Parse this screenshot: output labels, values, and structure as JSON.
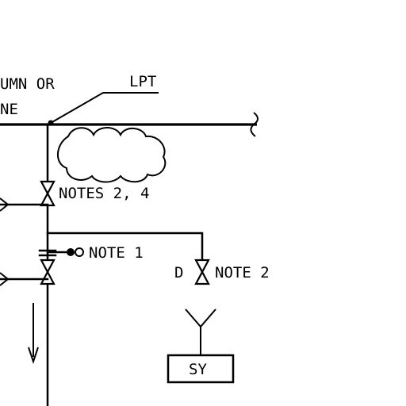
{
  "labels": {
    "column_line1": "UMN  OR",
    "column_line2": "NE",
    "lpt": "LPT",
    "notes_2_4": "NOTES  2,  4",
    "note_1": "NOTE  1",
    "d": "D",
    "note_2": "NOTE  2",
    "sy": "SY"
  }
}
